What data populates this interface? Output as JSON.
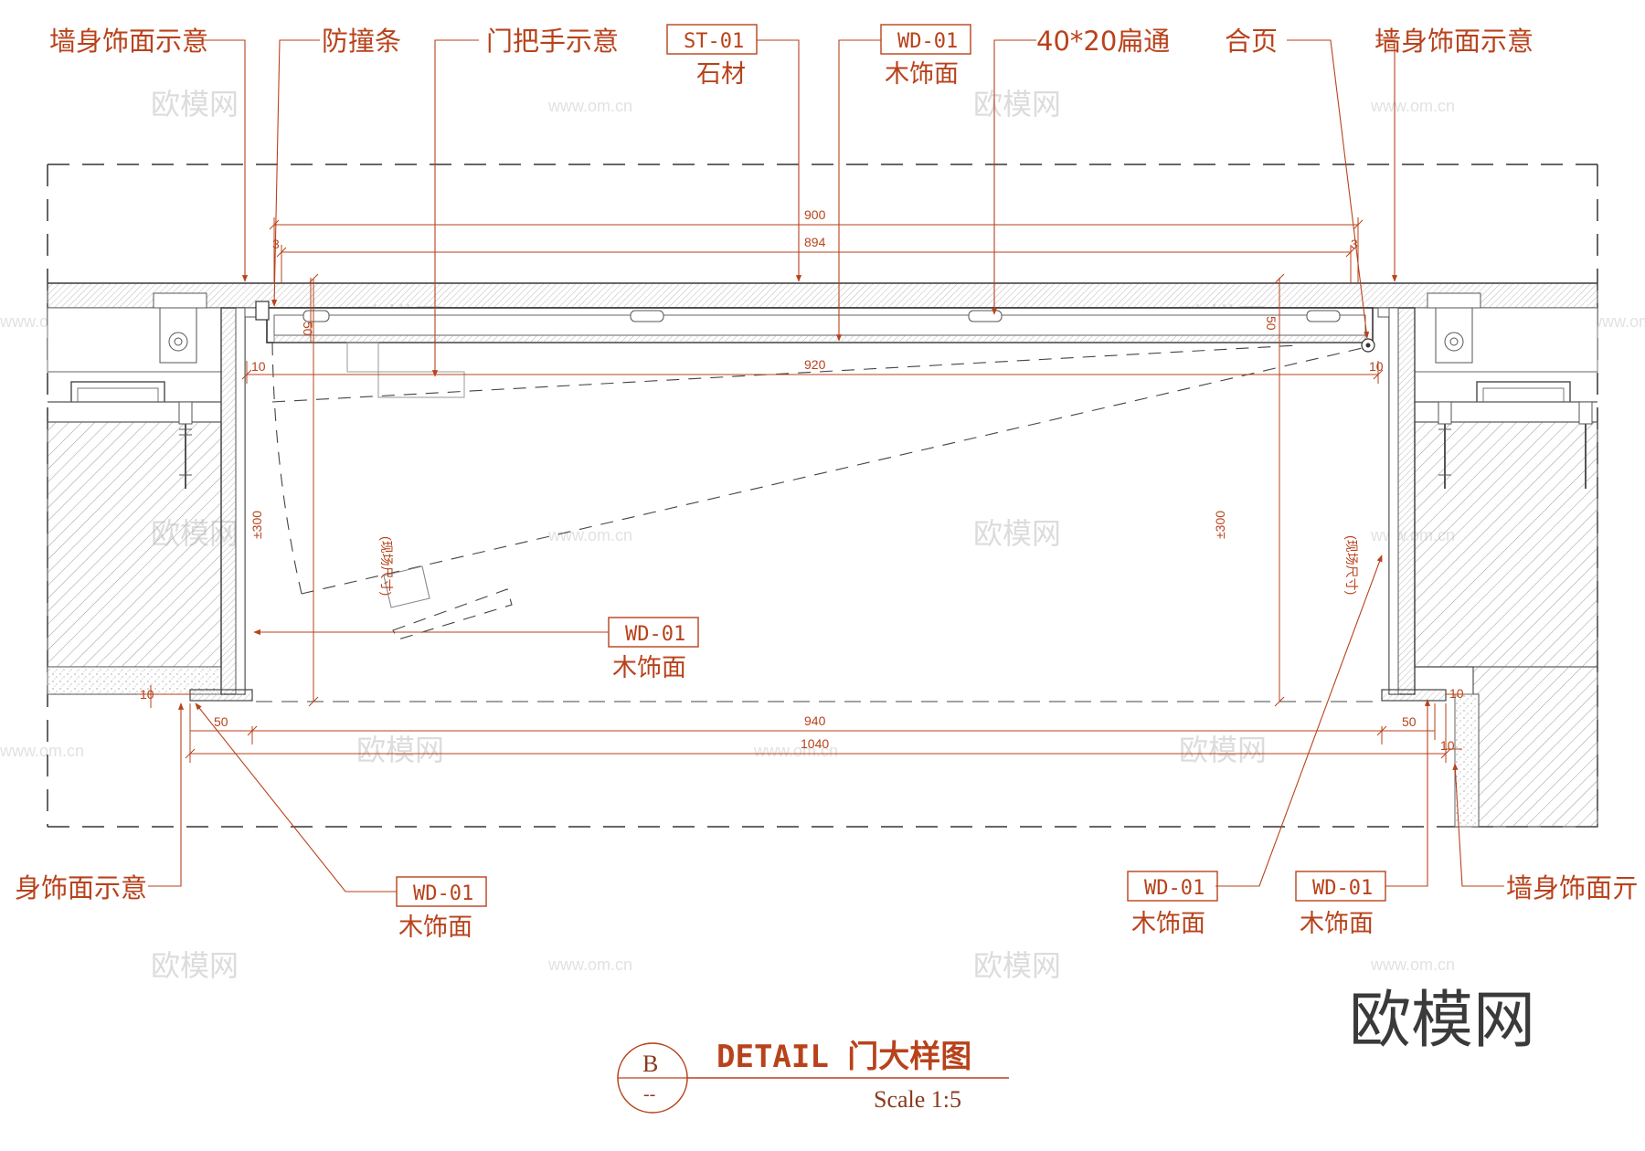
{
  "colors": {
    "annotation": "#b8421b",
    "linework": "#555555",
    "hatch": "#8e8e8e",
    "dashed": "#333333",
    "watermark": "#dcdcdc"
  },
  "labels": {
    "wall_finish_tl": "墙身饰面示意",
    "bumper_strip": "防撞条",
    "door_handle": "门把手示意",
    "stone_code": "ST-01",
    "stone_name": "石材",
    "wood_top_code": "WD-01",
    "wood_top_name": "木饰面",
    "flat_tube": "40*20扁通",
    "hinge": "合页",
    "wall_finish_tr": "墙身饰面示意",
    "wood_mid_code": "WD-01",
    "wood_mid_name": "木饰面",
    "wall_finish_bl": "身饰面示意",
    "wood_bl_code": "WD-01",
    "wood_bl_name": "木饰面",
    "wood_br1_code": "WD-01",
    "wood_br1_name": "木饰面",
    "wood_br2_code": "WD-01",
    "wood_br2_name": "木饰面",
    "wall_finish_br": "墙身饰面亓"
  },
  "dimensions": {
    "d900": "900",
    "d894": "894",
    "d3_left": "3",
    "d3_right": "3",
    "d50_leaf_left": "50",
    "d50_leaf_right": "50",
    "d920": "920",
    "d10_left": "10",
    "d10_right": "10",
    "d300_left": "±300",
    "d300_left_note": "(现场尺寸)",
    "d300_right": "±300",
    "d300_right_note": "(现场尺寸)",
    "d10_bottom_left": "10",
    "d50_bottom_left": "50",
    "d940": "940",
    "d1040": "1040",
    "d50_bottom_right": "50",
    "d10_bottom_right_a": "10",
    "d10_bottom_right_b": "10"
  },
  "title": {
    "bubble_letter": "B",
    "bubble_sub": "--",
    "main": "DETAIL 门大样图",
    "scale": "Scale 1:5"
  },
  "watermark": {
    "text": "欧模网",
    "url": "www.om.cn",
    "logo": "欧模网"
  }
}
